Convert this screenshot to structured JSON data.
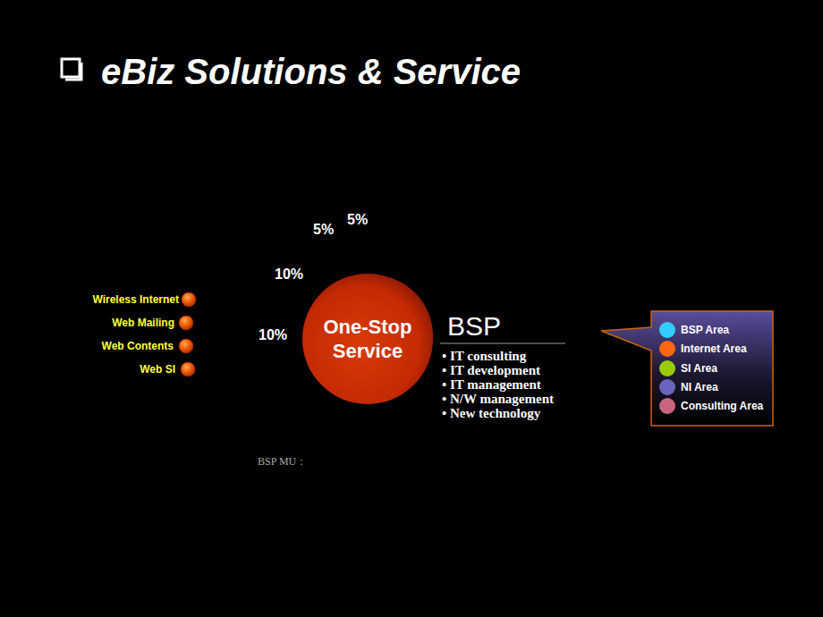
{
  "diagram": {
    "title": "eBiz Solutions & Service",
    "nodes": [
      {
        "text": [
          "One-Stop Service"
        ]
      }
    ],
    "labels": [
      "5%",
      "5%",
      "10%",
      "10%",
      "Wireless Internet",
      "Web Mailing",
      "Web Contents",
      "Web SI",
      "BSP",
      "• IT consulting",
      "• IT development",
      "• IT management",
      "• N/W management",
      "• New technology",
      "BSP MU："
    ],
    "legend": [
      {
        "text": "BSP Area",
        "color": "#33ccff"
      },
      {
        "text": "Internet Area",
        "color": "#ff6611"
      },
      {
        "text": "SI Area",
        "color": "#99cc00"
      },
      {
        "text": "NI Area",
        "color": "#6a66bb"
      },
      {
        "text": "Consulting Area",
        "color": "#c8667e"
      }
    ]
  }
}
